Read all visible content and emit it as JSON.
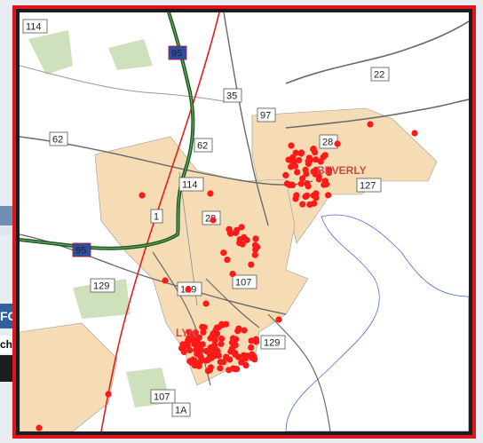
{
  "background_ui": {
    "fc_text": "FC",
    "ch_text": "ch"
  },
  "map": {
    "colors": {
      "border": "#e0141c",
      "frame": "#1d1d1d",
      "land": "#ffffff",
      "town_fill": "#f6dcb4",
      "woods": "#cfe0bd",
      "water": "#ffffff",
      "interstate": "#1a5a1a",
      "rail": "#e02020",
      "road": "#6a6a6a",
      "points": "#ff1a1a"
    },
    "route_labels": [
      "114",
      "95",
      "35",
      "22",
      "97",
      "62",
      "28",
      "62",
      "114",
      "127",
      "1",
      "28",
      "95",
      "129",
      "107",
      "129",
      "129",
      "107",
      "1A"
    ],
    "city_labels": [
      "BEVERLY",
      "LYN"
    ]
  }
}
